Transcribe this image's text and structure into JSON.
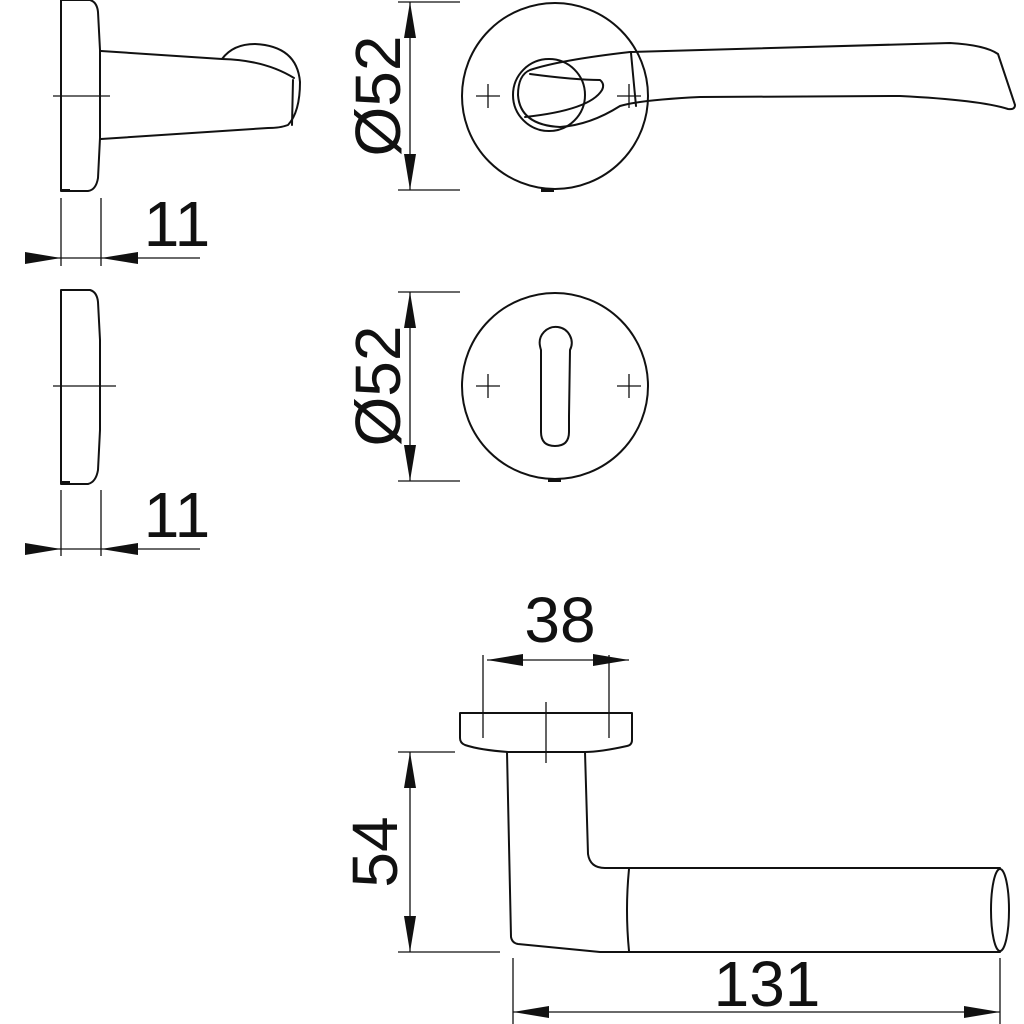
{
  "dimensions": {
    "rose_thickness_top": "11",
    "rose_thickness_bottom": "11",
    "rose_diameter_top": "Ø52",
    "rose_diameter_bottom": "Ø52",
    "rose_hole_spacing": "38",
    "lever_height": "54",
    "lever_length": "131"
  }
}
